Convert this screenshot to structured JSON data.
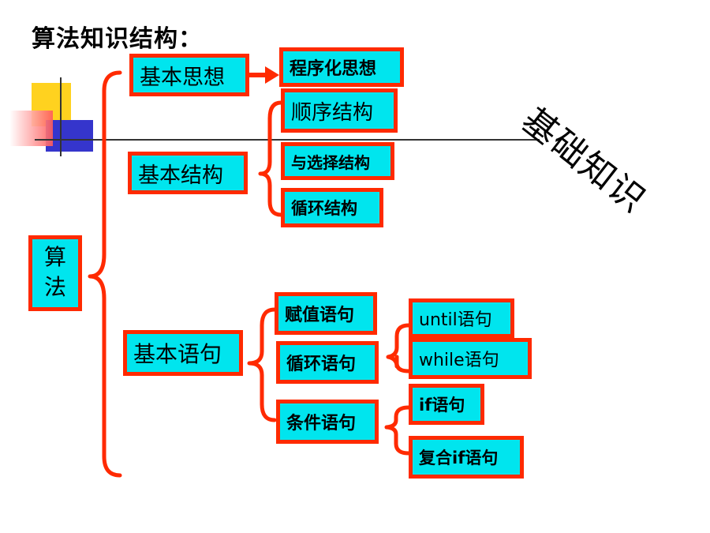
{
  "title": "算法知识结构：",
  "corner_label": "基础知识",
  "root": {
    "chars": [
      "算",
      "法"
    ]
  },
  "level1": {
    "idea": "基本思想",
    "structure": "基本结构",
    "statement": "基本语句"
  },
  "idea_children": {
    "programming": "程序化思想"
  },
  "structure_children": {
    "sequence": "顺序结构",
    "selection": "与选择结构",
    "loop": "循环结构"
  },
  "statement_children": {
    "assignment": "赋值语句",
    "loop": "循环语句",
    "condition": "条件语句"
  },
  "loop_children": {
    "until": "until语句",
    "while": "while语句"
  },
  "condition_children": {
    "if": "if语句",
    "compound_if": "复合if语句"
  },
  "colors": {
    "box_fill": "#00e5ee",
    "box_border": "#ff2a00",
    "connector": "#ff2a00",
    "deco_yellow": "#ffd21f",
    "deco_blue": "#3333cc",
    "deco_red": "#ff4a4a"
  }
}
